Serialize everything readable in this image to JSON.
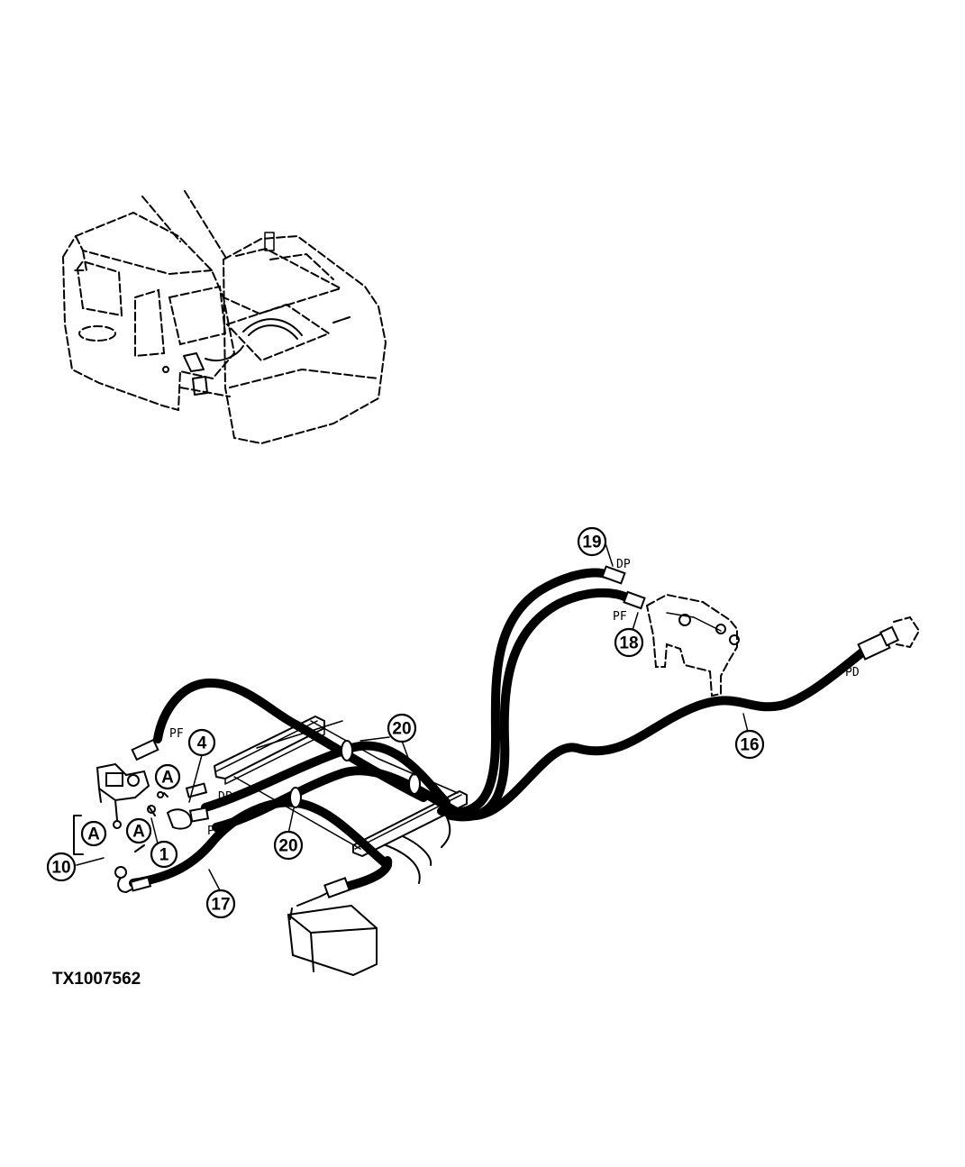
{
  "figure_id": "TX1007562",
  "callouts": {
    "c1": "1",
    "c4": "4",
    "c10": "10",
    "c16": "16",
    "c17": "17",
    "c18": "18",
    "c19": "19",
    "c20a": "20",
    "c20b": "20",
    "ca1": "A",
    "ca2": "A",
    "ca3": "A"
  },
  "port_labels": {
    "pf_left": "PF",
    "dp_left": "DP",
    "pd_left": "PD",
    "dp_right": "DP",
    "pf_right": "PF",
    "pd_right": "PD"
  }
}
